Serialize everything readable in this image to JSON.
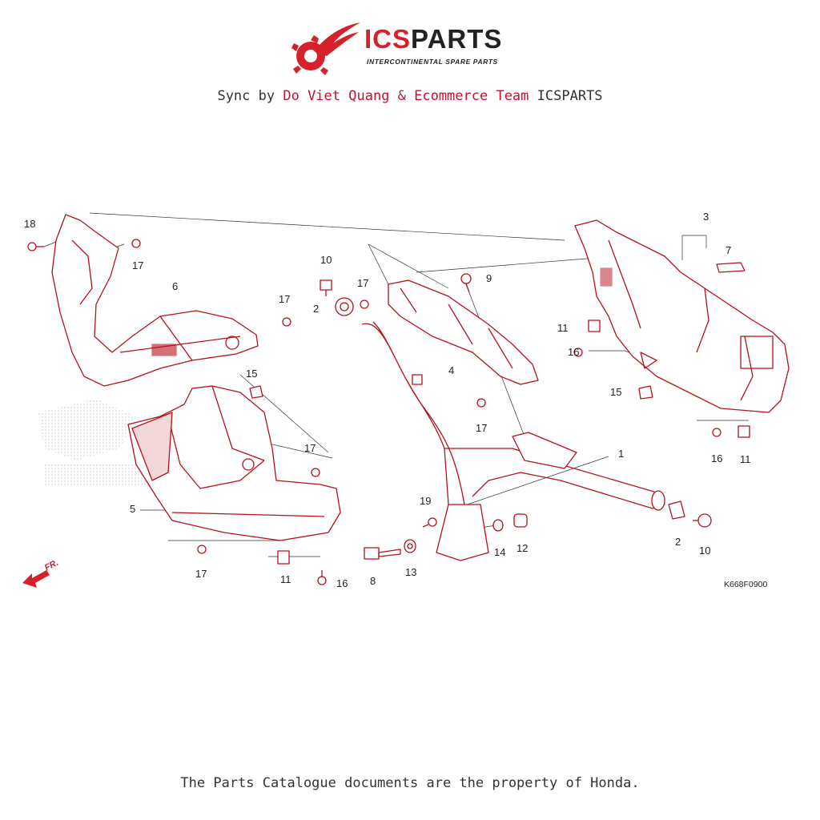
{
  "header": {
    "brand_prefix": "ICS",
    "brand_suffix": "PARTS",
    "tagline": "INTERCONTINENTAL SPARE PARTS",
    "brand_color": "#d6202a"
  },
  "sync": {
    "prefix": "Sync by",
    "highlight": "Do Viet Quang & Ecommerce Team",
    "suffix": "ICSPARTS"
  },
  "diagram": {
    "front_arrow_label": "FR.",
    "part_color": "#b5121b",
    "callouts": {
      "c1": "1",
      "c2a": "2",
      "c2b": "2",
      "c3": "3",
      "c4": "4",
      "c5": "5",
      "c6": "6",
      "c7": "7",
      "c8": "8",
      "c9": "9",
      "c10a": "10",
      "c10b": "10",
      "c11a": "11",
      "c11b": "11",
      "c11c": "11",
      "c12": "12",
      "c13": "13",
      "c14": "14",
      "c15a": "15",
      "c15b": "15",
      "c16a": "16",
      "c16b": "16",
      "c16c": "16",
      "c17a": "17",
      "c17b": "17",
      "c17c": "17",
      "c17d": "17",
      "c17e": "17",
      "c17f": "17",
      "c18": "18",
      "c19": "19"
    },
    "diagram_code": "K668F0900"
  },
  "footer": {
    "text": "The Parts Catalogue documents are the property of Honda."
  }
}
